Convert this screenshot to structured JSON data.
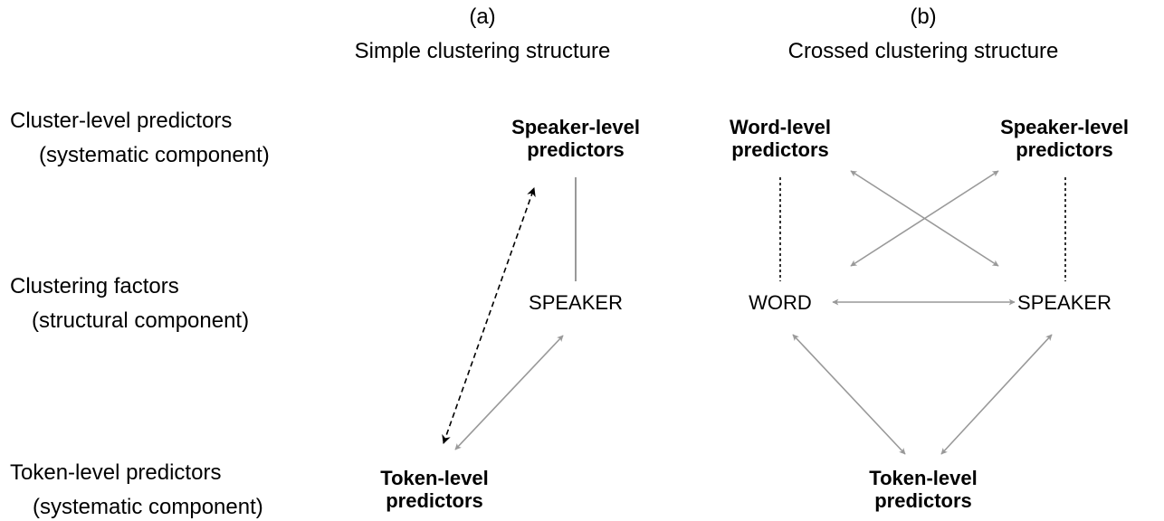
{
  "panel_a": {
    "letter": "(a)",
    "title": "Simple clustering structure",
    "speaker_predictors": [
      "Speaker-level",
      "predictors"
    ],
    "speaker_factor": "SPEAKER",
    "token_predictors": [
      "Token-level",
      "predictors"
    ]
  },
  "panel_b": {
    "letter": "(b)",
    "title": "Crossed clustering structure",
    "word_predictors": [
      "Word-level",
      "predictors"
    ],
    "speaker_predictors": [
      "Speaker-level",
      "predictors"
    ],
    "word_factor": "WORD",
    "speaker_factor": "SPEAKER",
    "token_predictors": [
      "Token-level",
      "predictors"
    ]
  },
  "rows": {
    "cluster_level": [
      "Cluster-level predictors",
      "(systematic component)"
    ],
    "clustering_factors": [
      "Clustering factors",
      "(structural component)"
    ],
    "token_level": [
      "Token-level predictors",
      "(systematic component)"
    ]
  },
  "colors": {
    "gray_arrow": "#999999",
    "black_dashed": "#000000"
  }
}
